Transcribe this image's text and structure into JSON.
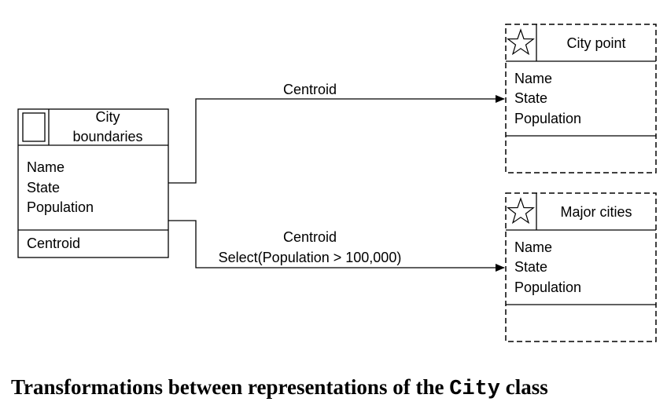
{
  "source_class": {
    "name_line1": "City",
    "name_line2": "boundaries",
    "attributes": [
      "Name",
      "State",
      "Population"
    ],
    "operations": [
      "Centroid"
    ]
  },
  "target_classes": [
    {
      "name": "City point",
      "attributes": [
        "Name",
        "State",
        "Population"
      ]
    },
    {
      "name": "Major cities",
      "attributes": [
        "Name",
        "State",
        "Population"
      ]
    }
  ],
  "transformations": [
    {
      "label_lines": [
        "Centroid"
      ]
    },
    {
      "label_lines": [
        "Centroid",
        "Select(Population > 100,000)"
      ]
    }
  ],
  "caption": {
    "before": "Transformations between representations of the ",
    "code": "City",
    "after": " class"
  },
  "icons": {
    "source_class_icon": "polygon-icon",
    "target_class_icon": "star-icon"
  }
}
